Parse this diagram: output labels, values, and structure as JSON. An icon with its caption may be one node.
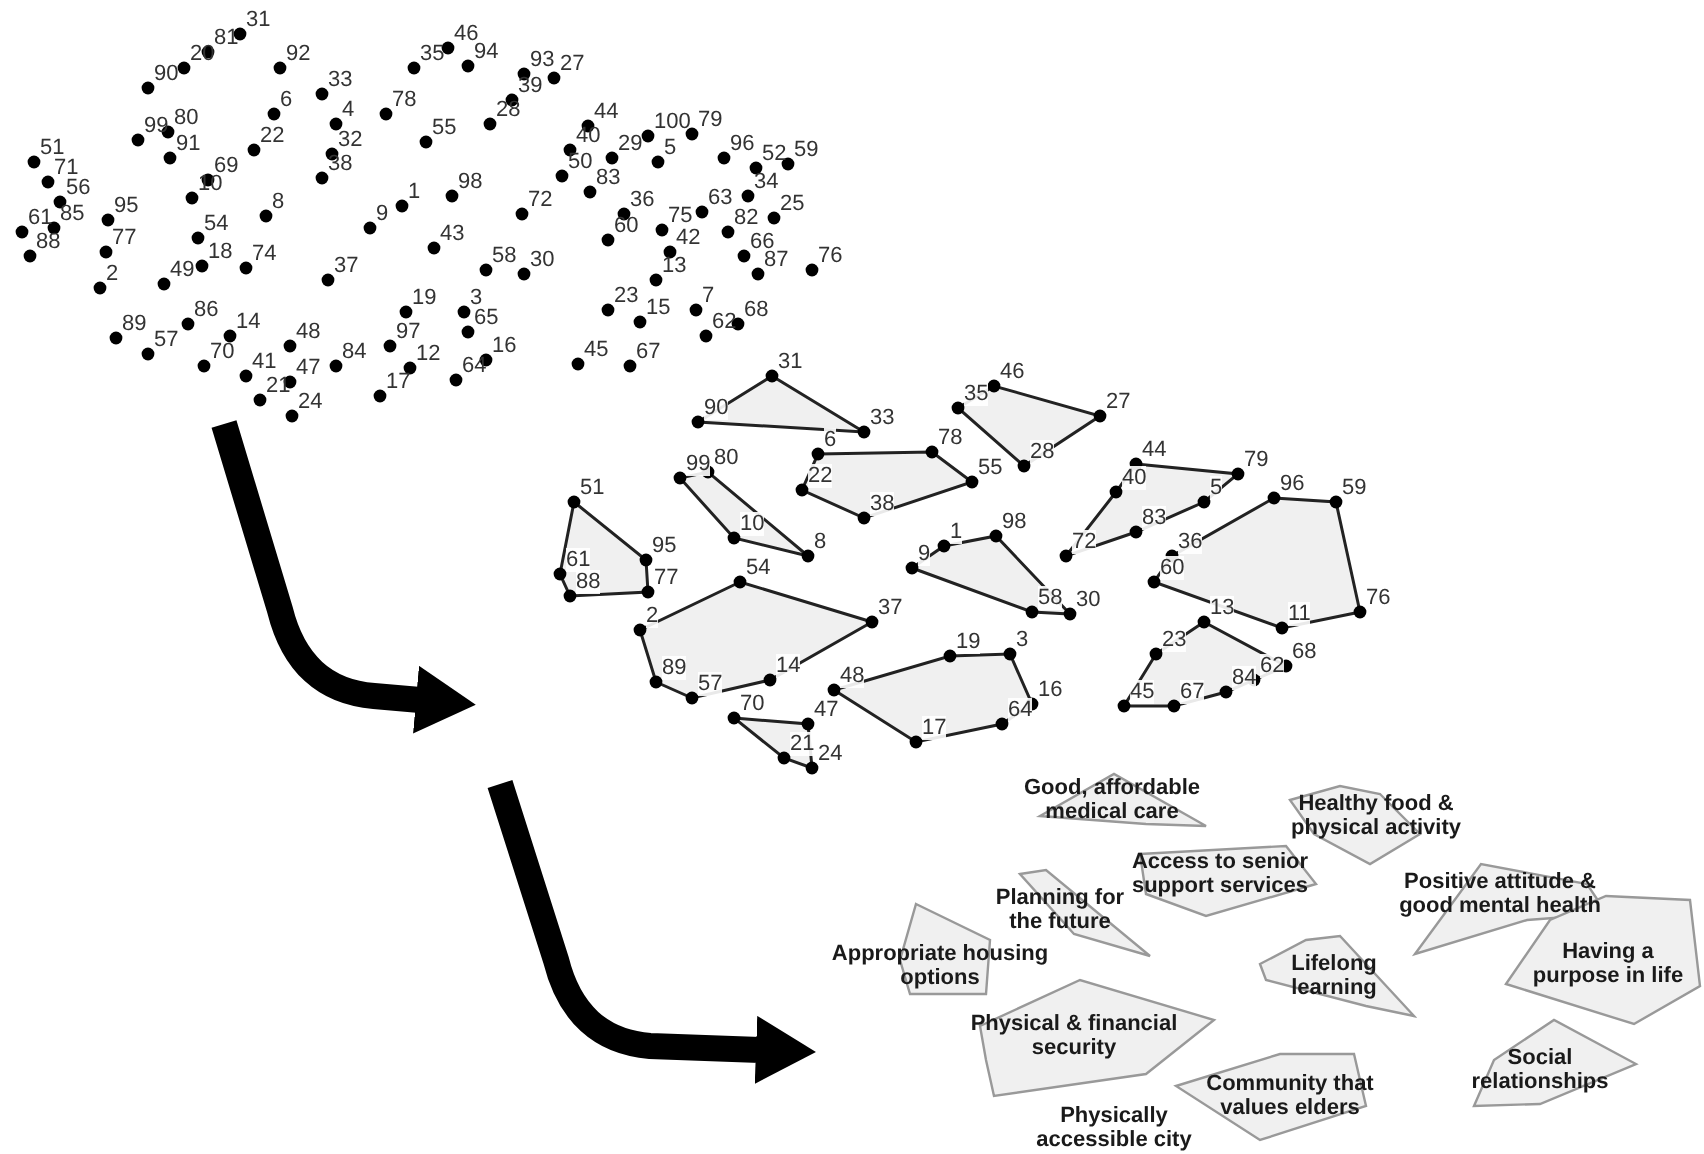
{
  "diagram": {
    "nodes": [
      {
        "text": [],
        "shape": "picture"
      },
      {
        "text": [],
        "shape": "picture"
      },
      {
        "text": [],
        "shape": "picture"
      },
      {
        "text": [
          "Good, affordable medical care"
        ],
        "in": 2
      },
      {
        "text": [
          "Healthy food & physical activity"
        ],
        "in": 2
      },
      {
        "text": [
          "Access to senior support services"
        ],
        "in": 2
      },
      {
        "text": [
          "Positive attitude & good mental health"
        ],
        "in": 2
      },
      {
        "text": [
          "Planning for the future"
        ],
        "in": 2
      },
      {
        "text": [
          "Appropriate housing options"
        ],
        "in": 2
      },
      {
        "text": [
          "Having a purpose in life"
        ],
        "in": 2
      },
      {
        "text": [
          "Lifelong learning"
        ],
        "in": 2
      },
      {
        "text": [
          "Physical & financial security"
        ],
        "in": 2
      },
      {
        "text": [
          "Social relationships"
        ],
        "in": 2
      },
      {
        "text": [
          "Community that values elders"
        ],
        "in": 2
      },
      {
        "text": [
          "Physically accessible city"
        ],
        "in": 2
      }
    ],
    "edges": [
      {
        "from": 0,
        "to": 1,
        "arrow": "to"
      },
      {
        "from": 1,
        "to": 2,
        "arrow": "to"
      }
    ],
    "labels": [
      "31",
      "20",
      "81",
      "92",
      "35",
      "46",
      "94",
      "90",
      "33",
      "93",
      "27",
      "6",
      "78",
      "39",
      "99",
      "80",
      "4",
      "55",
      "28",
      "44",
      "100",
      "79",
      "51",
      "91",
      "22",
      "32",
      "40",
      "29",
      "5",
      "96",
      "59",
      "71",
      "69",
      "38",
      "50",
      "52",
      "56",
      "10",
      "1",
      "98",
      "72",
      "83",
      "36",
      "63",
      "34",
      "61",
      "85",
      "95",
      "54",
      "8",
      "9",
      "75",
      "82",
      "25",
      "88",
      "77",
      "43",
      "60",
      "42",
      "66",
      "49",
      "18",
      "74",
      "37",
      "58",
      "30",
      "13",
      "87",
      "76",
      "2",
      "23",
      "7",
      "86",
      "19",
      "3",
      "65",
      "15",
      "68",
      "89",
      "57",
      "14",
      "48",
      "97",
      "62",
      "70",
      "41",
      "47",
      "84",
      "12",
      "64",
      "16",
      "45",
      "67",
      "21",
      "17",
      "24",
      "90",
      "31",
      "33",
      "35",
      "46",
      "27",
      "28",
      "6",
      "78",
      "55",
      "38",
      "22",
      "99",
      "80",
      "8",
      "10",
      "51",
      "95",
      "88",
      "77",
      "61",
      "54",
      "37",
      "14",
      "57",
      "89",
      "2",
      "9",
      "1",
      "98",
      "58",
      "30",
      "48",
      "19",
      "3",
      "16",
      "64",
      "17",
      "70",
      "47",
      "24",
      "21",
      "44",
      "79",
      "5",
      "83",
      "72",
      "40",
      "96",
      "59",
      "76",
      "11",
      "60",
      "36",
      "13",
      "68",
      "62",
      "84",
      "45",
      "67",
      "23"
    ]
  }
}
